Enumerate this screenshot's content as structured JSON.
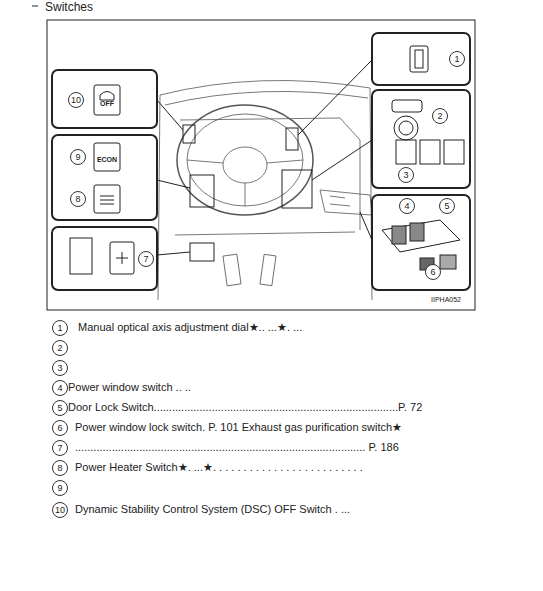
{
  "diagram": {
    "title": "Switches",
    "labels": [
      "1",
      "2",
      "3",
      "4",
      "5",
      "6",
      "7",
      "8",
      "9",
      "10",
      "ECON",
      "OFF",
      "IIPHA052",
      "1",
      "Manual optical axis adjustment dial★.. ...★. ...",
      "2",
      "3",
      "4",
      "Power window switch .. ..",
      "5",
      "Door Lock Switch................................................................................P. 72",
      "6",
      "Power window lock switch. P. 101 Exhaust gas purification switch★",
      "7",
      "............................................................................................... P. 186",
      "8",
      "Power Heater Switch★. ...★. . . . . . . . . . . . . . . . . . . . . . . . .",
      "9",
      "10",
      "Dynamic Stability Control System (DSC) OFF Switch . ..."
    ]
  }
}
